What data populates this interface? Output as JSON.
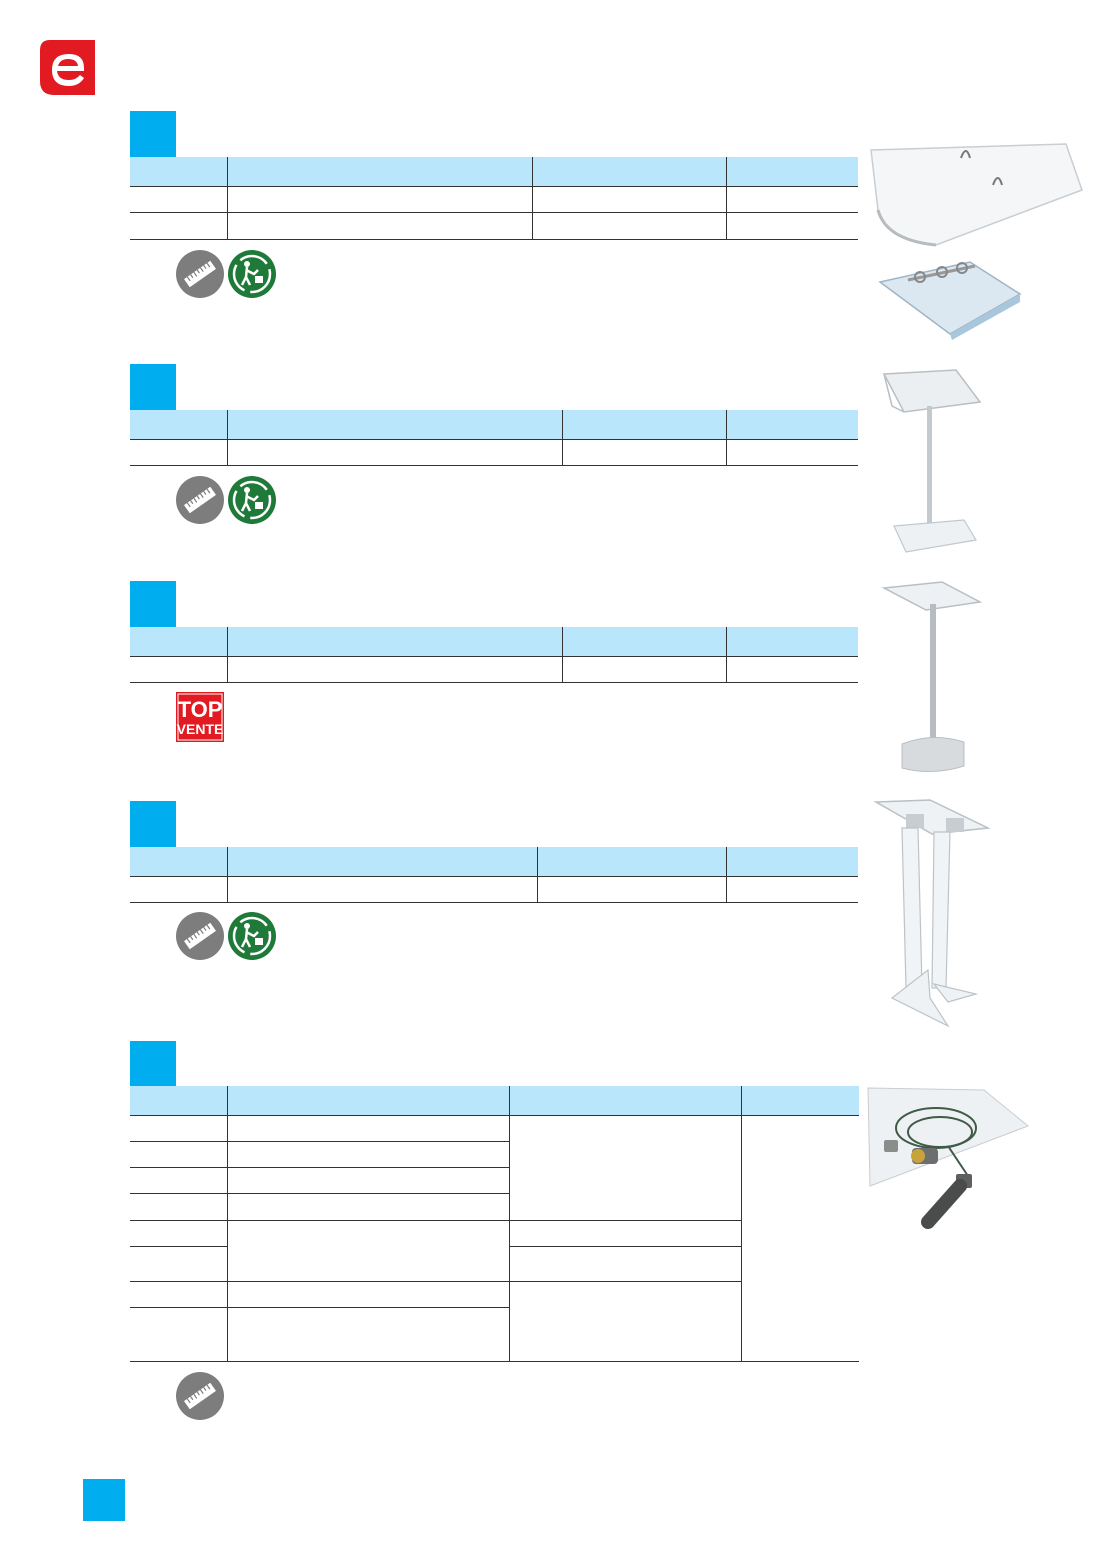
{
  "brand": {
    "logo_icon": "e-brand-logo-icon",
    "color": "#e21b22"
  },
  "accent_color": "#00aeef",
  "header_row_color": "#b9e6fb",
  "sections": [
    {
      "id": "desk-lectern",
      "badges": [
        "ruler-icon",
        "recycling-icon"
      ],
      "product_icon": "acrylic-desk-lectern-image"
    },
    {
      "id": "standing-lectern-round",
      "badges": [
        "ruler-icon",
        "recycling-icon"
      ],
      "product_icon": "standing-lectern-round-base-image"
    },
    {
      "id": "standing-lectern-top",
      "badges": [
        "top-vente-badge"
      ],
      "product_icon": "standing-lectern-metal-base-image"
    },
    {
      "id": "acrylic-pedestal",
      "badges": [
        "ruler-icon",
        "recycling-icon"
      ],
      "product_icon": "acrylic-double-column-lectern-image"
    },
    {
      "id": "cable-kit",
      "badges": [
        "ruler-icon"
      ],
      "product_icon": "cable-suspension-kit-image"
    }
  ],
  "top_vente": {
    "line1": "TOP",
    "line2": "VENTE",
    "color": "#e21b22"
  }
}
